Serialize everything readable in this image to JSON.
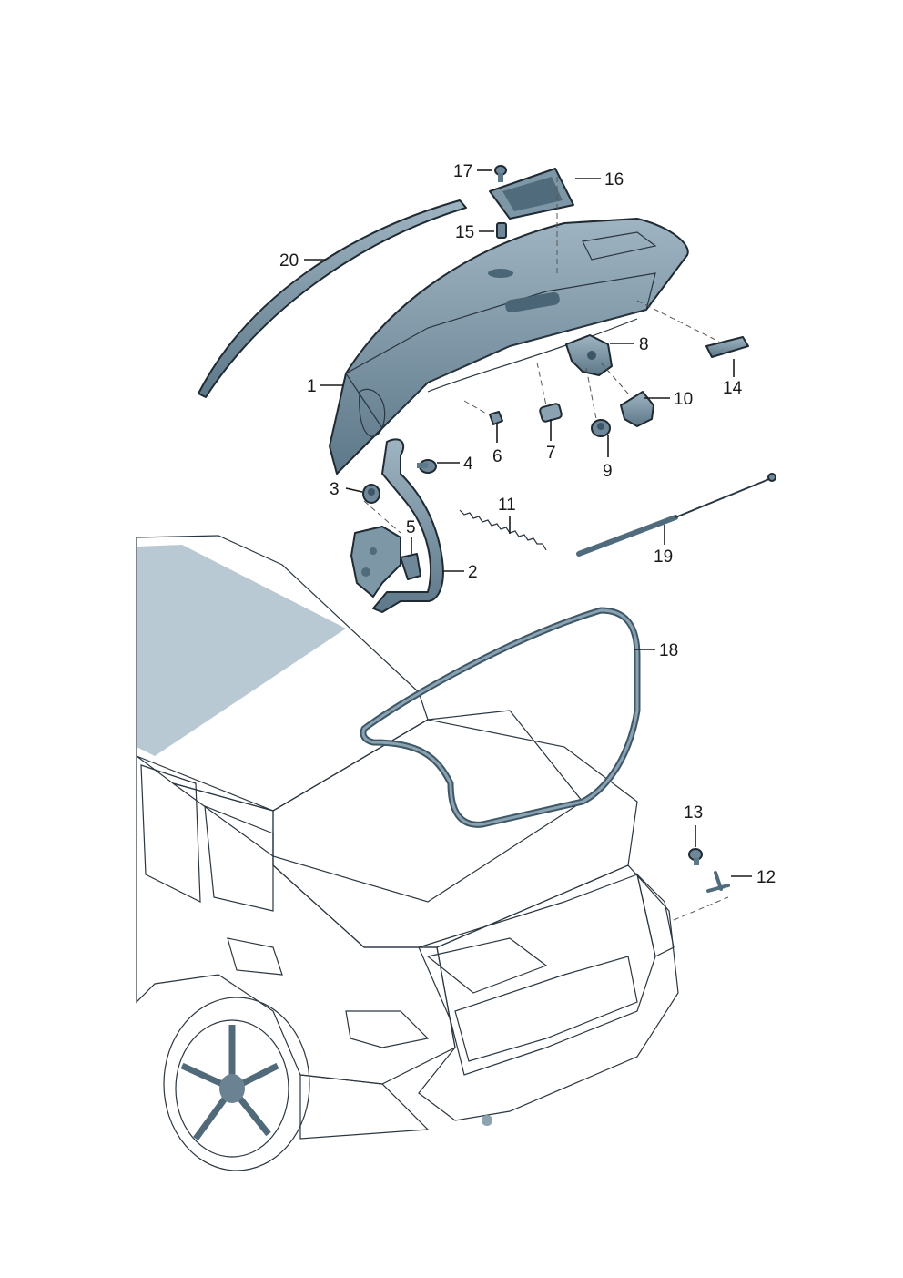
{
  "callouts": [
    {
      "id": "1",
      "label": "1"
    },
    {
      "id": "2",
      "label": "2"
    },
    {
      "id": "3",
      "label": "3"
    },
    {
      "id": "4",
      "label": "4"
    },
    {
      "id": "5",
      "label": "5"
    },
    {
      "id": "6",
      "label": "6"
    },
    {
      "id": "7",
      "label": "7"
    },
    {
      "id": "8",
      "label": "8"
    },
    {
      "id": "9",
      "label": "9"
    },
    {
      "id": "10",
      "label": "10"
    },
    {
      "id": "11",
      "label": "11"
    },
    {
      "id": "12",
      "label": "12"
    },
    {
      "id": "13",
      "label": "13"
    },
    {
      "id": "14",
      "label": "14"
    },
    {
      "id": "15",
      "label": "15"
    },
    {
      "id": "16",
      "label": "16"
    },
    {
      "id": "17",
      "label": "17"
    },
    {
      "id": "18",
      "label": "18"
    },
    {
      "id": "19",
      "label": "19"
    },
    {
      "id": "20",
      "label": "20"
    }
  ],
  "colors": {
    "part_fill": "#7f9aab",
    "part_dark": "#4f6b7c",
    "car_fill": "#c6d3dc",
    "car_light": "#e4ebf0",
    "car_dark": "#95a9b6"
  }
}
